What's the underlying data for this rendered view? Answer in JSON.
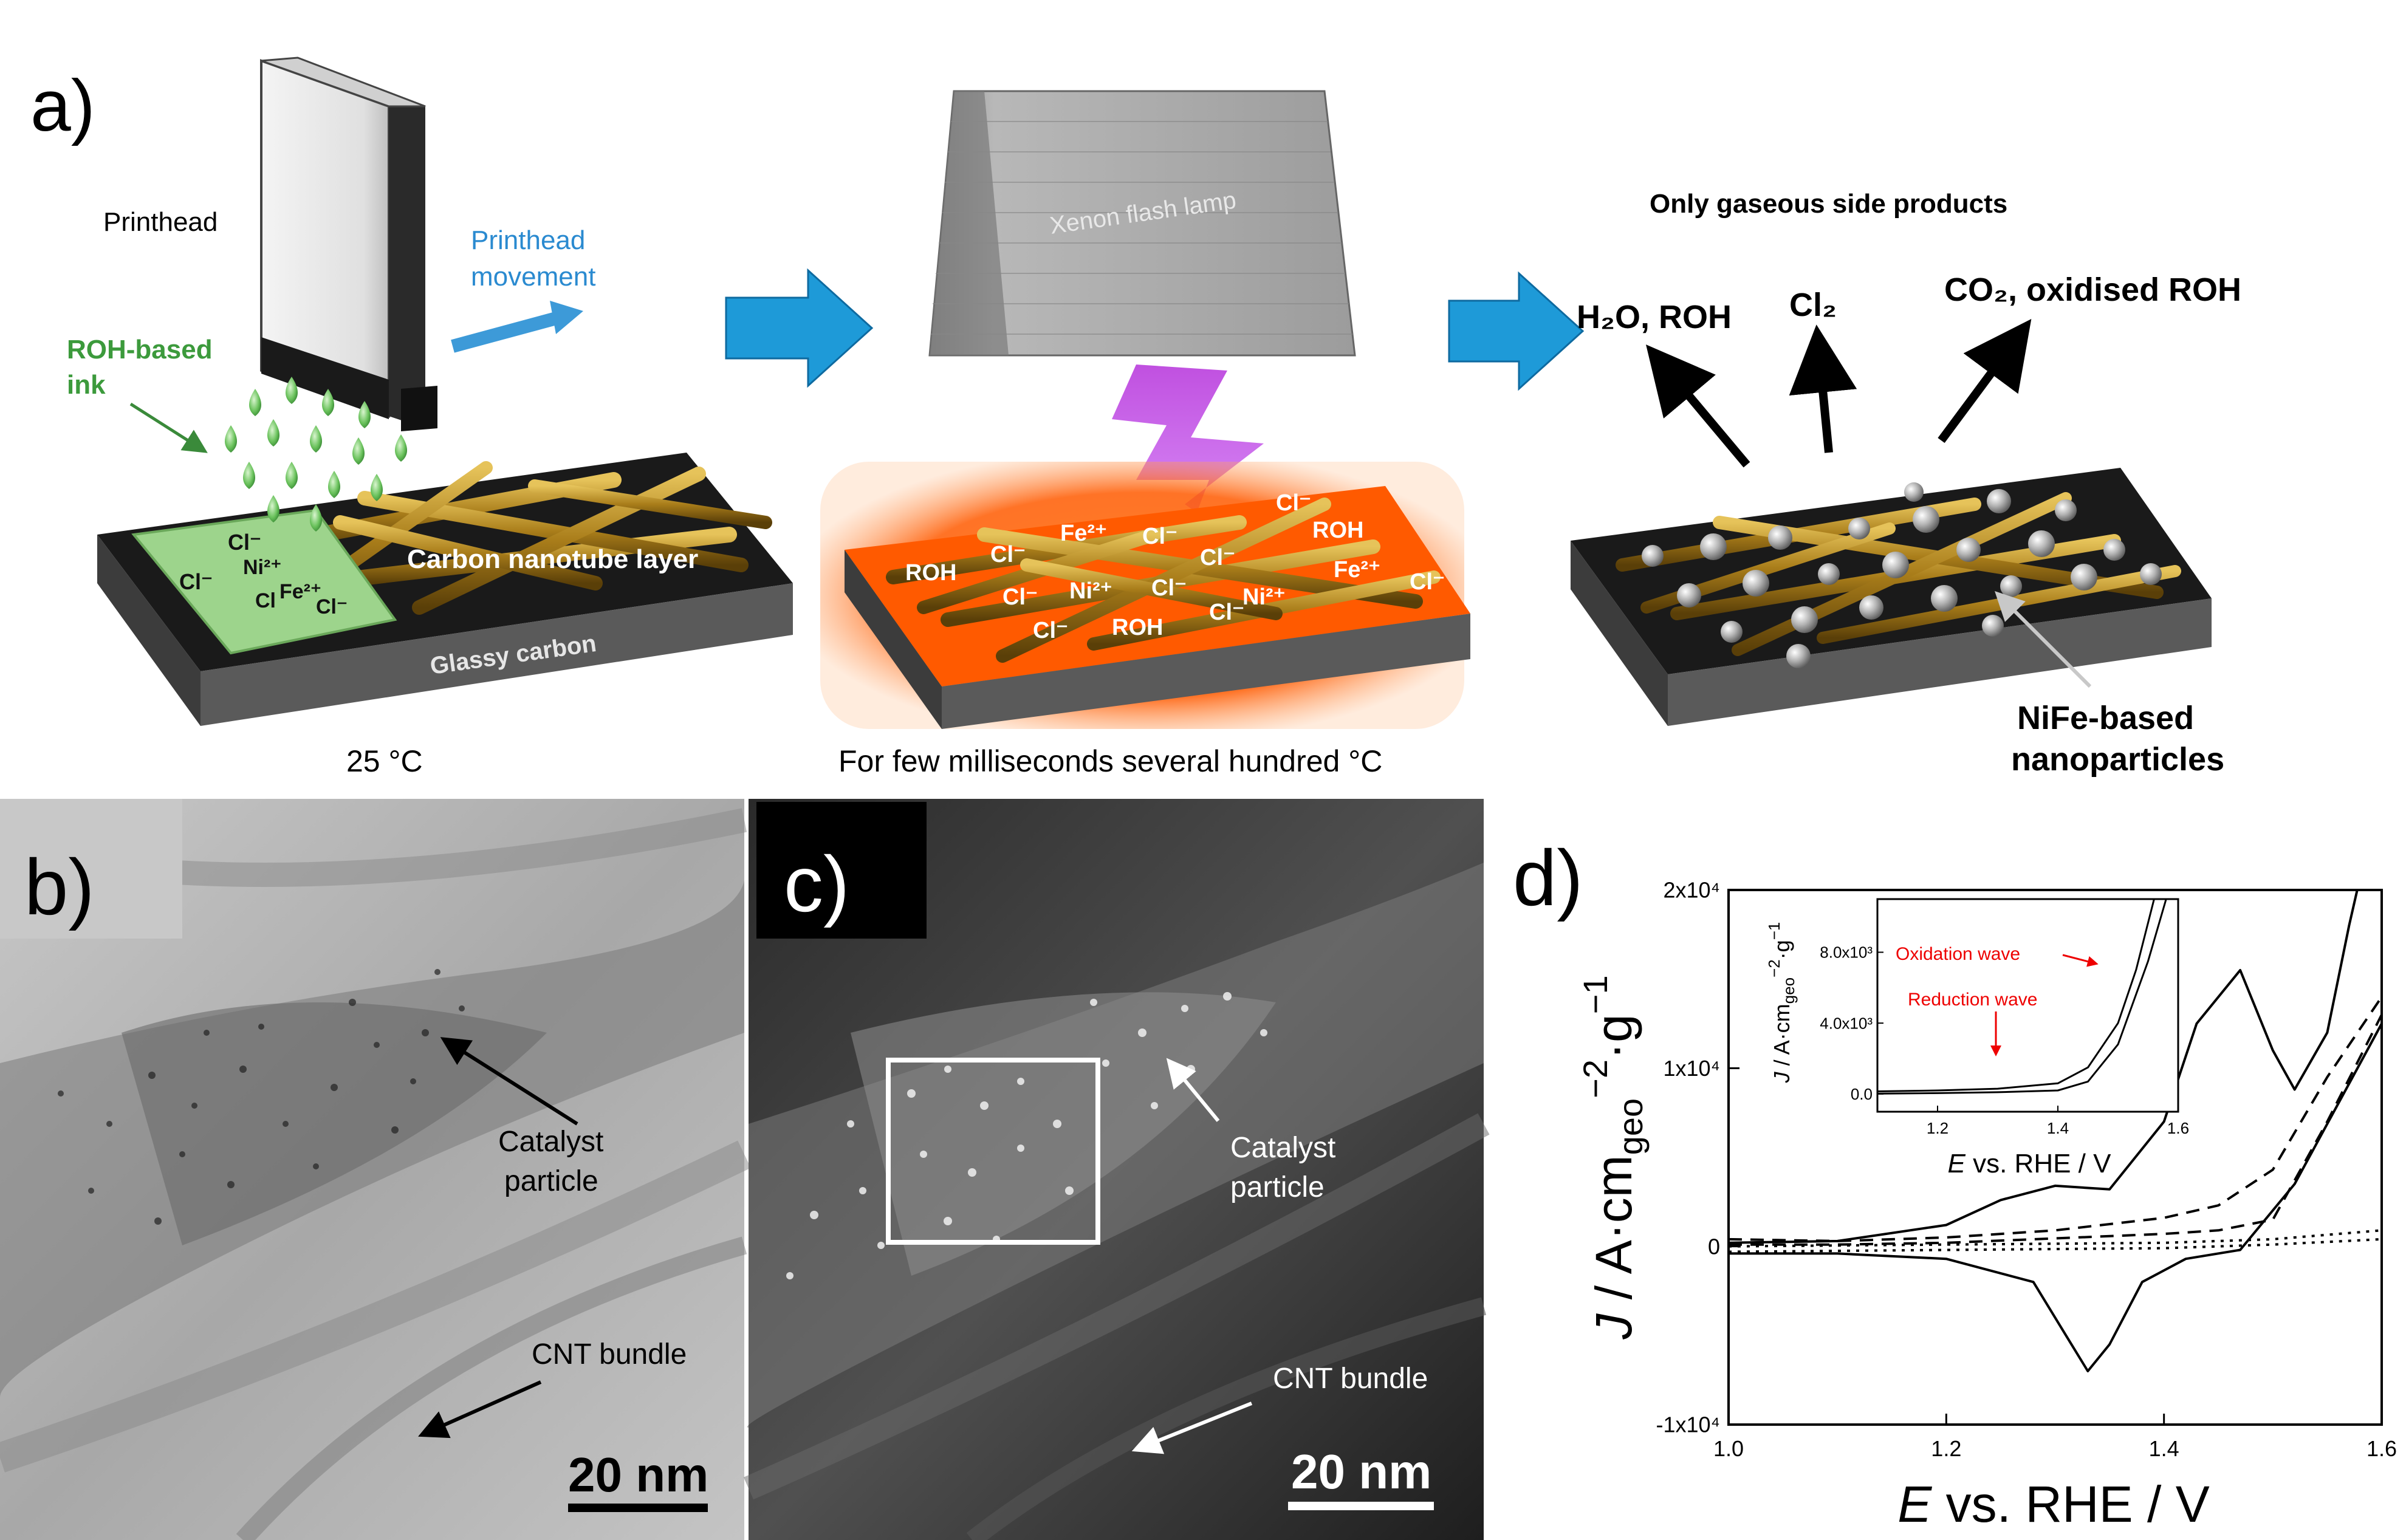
{
  "panel_a": {
    "label": "a)",
    "step1": {
      "printhead": "Printhead",
      "movement_line1": "Printhead",
      "movement_line2": "movement",
      "ink_line1": "ROH-based",
      "ink_line2": "ink",
      "cnt_layer": "Carbon nanotube layer",
      "substrate": "Glassy carbon",
      "ions": [
        "Cl⁻",
        "Cl⁻",
        "Ni²⁺",
        "Fe²⁺",
        "Cl",
        "Cl⁻"
      ],
      "temperature": "25 °C"
    },
    "step2": {
      "lamp": "Xenon flash lamp",
      "species": [
        "Cl⁻",
        "Fe²⁺",
        "Cl⁻",
        "ROH",
        "Cl⁻",
        "Cl⁻",
        "ROH",
        "Cl⁻",
        "Ni²⁺",
        "Cl⁻",
        "Ni²⁺",
        "Fe²⁺",
        "Cl⁻",
        "Cl⁻",
        "ROH",
        "Cl⁻"
      ],
      "caption": "For few milliseconds several hundred °C"
    },
    "step3": {
      "header": "Only gaseous side products",
      "product1": "H₂O, ROH",
      "product2": "Cl₂",
      "product3": "CO₂, oxidised ROH",
      "np_line1": "NiFe-based",
      "np_line2": "nanoparticles"
    }
  },
  "panel_b": {
    "label": "b)",
    "catalyst_line1": "Catalyst",
    "catalyst_line2": "particle",
    "cnt": "CNT bundle",
    "scale": "20 nm"
  },
  "panel_c": {
    "label": "c)",
    "catalyst_line1": "Catalyst",
    "catalyst_line2": "particle",
    "cnt": "CNT bundle",
    "scale": "20 nm"
  },
  "panel_d": {
    "label": "d)",
    "chart_data": [
      {
        "type": "line",
        "xlabel": "E vs. RHE / V",
        "ylabel": "J / A·cm_geo⁻²·g⁻¹",
        "xlim": [
          1.0,
          1.6
        ],
        "ylim": [
          -10000,
          20000
        ],
        "x_ticks": [
          "1.0",
          "1.2",
          "1.4",
          "1.6"
        ],
        "y_ticks": [
          "-1x10⁴",
          "0",
          "1x10⁴",
          "2x10⁴"
        ],
        "series": [
          {
            "style": "solid",
            "x": [
              1.0,
              1.1,
              1.2,
              1.25,
              1.3,
              1.35,
              1.4,
              1.43,
              1.47,
              1.5,
              1.52,
              1.55,
              1.57,
              1.6
            ],
            "y": [
              200,
              300,
              1200,
              2600,
              3400,
              3200,
              7000,
              12500,
              15500,
              11000,
              8800,
              12000,
              18000,
              26000
            ]
          },
          {
            "style": "solid",
            "x": [
              1.0,
              1.1,
              1.2,
              1.28,
              1.31,
              1.33,
              1.35,
              1.38,
              1.42,
              1.47,
              1.52,
              1.56,
              1.6
            ],
            "y": [
              -400,
              -400,
              -700,
              -2000,
              -5000,
              -7000,
              -5500,
              -2000,
              -700,
              -200,
              3500,
              8000,
              12500
            ]
          },
          {
            "style": "dashed",
            "x": [
              1.0,
              1.1,
              1.2,
              1.3,
              1.4,
              1.45,
              1.5,
              1.55,
              1.6
            ],
            "y": [
              400,
              300,
              500,
              900,
              1600,
              2300,
              4300,
              9500,
              14000
            ]
          },
          {
            "style": "dashed",
            "x": [
              1.0,
              1.1,
              1.2,
              1.3,
              1.4,
              1.45,
              1.5,
              1.55,
              1.6
            ],
            "y": [
              100,
              100,
              200,
              450,
              700,
              900,
              1500,
              7000,
              13000
            ]
          },
          {
            "style": "dotted",
            "x": [
              1.0,
              1.2,
              1.4,
              1.5,
              1.6
            ],
            "y": [
              0,
              100,
              200,
              400,
              900
            ]
          },
          {
            "style": "dotted",
            "x": [
              1.0,
              1.2,
              1.4,
              1.5,
              1.6
            ],
            "y": [
              -300,
              -200,
              -100,
              100,
              400
            ]
          }
        ]
      },
      {
        "type": "line",
        "xlabel": "E vs. RHE / V",
        "ylabel": "J / A·cm_geo⁻²·g⁻¹",
        "xlim": [
          1.1,
          1.6
        ],
        "ylim": [
          -1000,
          11000
        ],
        "x_ticks": [
          "1.2",
          "1.4",
          "1.6"
        ],
        "y_ticks": [
          "0.0",
          "4.0x10³",
          "8.0x10³"
        ],
        "annotations": [
          "Oxidation wave",
          "Reduction wave"
        ],
        "series": [
          {
            "style": "solid",
            "x": [
              1.1,
              1.2,
              1.3,
              1.4,
              1.45,
              1.5,
              1.53,
              1.56
            ],
            "y": [
              150,
              200,
              300,
              600,
              1500,
              4000,
              7000,
              11000
            ]
          },
          {
            "style": "solid",
            "x": [
              1.1,
              1.2,
              1.3,
              1.4,
              1.45,
              1.5,
              1.55,
              1.58
            ],
            "y": [
              20,
              50,
              100,
              200,
              700,
              2800,
              7500,
              11000
            ]
          }
        ]
      }
    ]
  }
}
